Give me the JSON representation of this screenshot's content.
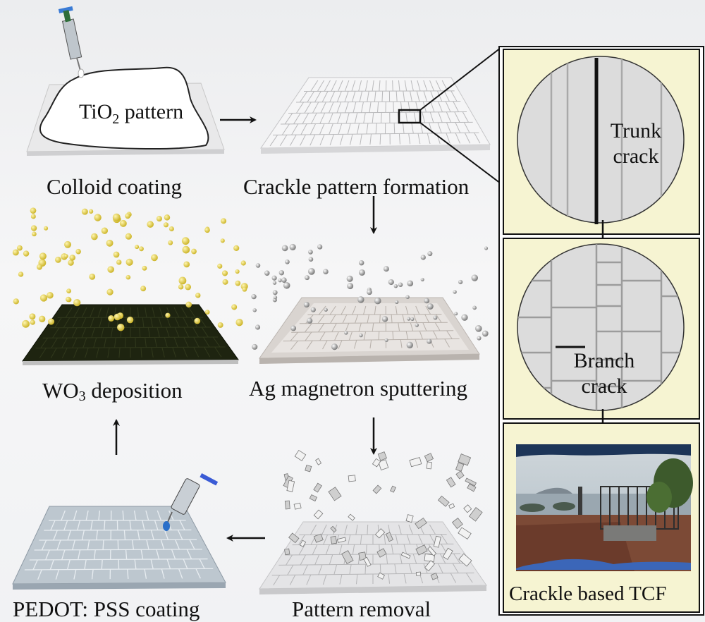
{
  "steps": {
    "colloid_coating": "Colloid coating",
    "tio2_prefix": "TiO",
    "tio2_sub": "2",
    "tio2_suffix": " pattern",
    "crackle_pattern_formation": "Crackle pattern formation",
    "ag_magnetron_sputtering": "Ag magnetron sputtering",
    "wo3_prefix": "WO",
    "wo3_sub": "3",
    "wo3_suffix": " deposition",
    "pattern_removal": "Pattern removal",
    "pedot_pss_coating": "PEDOT: PSS coating"
  },
  "zoom": {
    "trunk_crack_line1": "Trunk",
    "trunk_crack_line2": "crack",
    "branch_crack_line1": "Branch",
    "branch_crack_line2": "crack",
    "tcf_caption": "Crackle based TCF"
  },
  "colors": {
    "panel_background": "#f6f4d2",
    "zoom_circle_fill": "#dcdcdc",
    "wo3_particle": "#e6d13a",
    "wo3_film": "#1e2410",
    "ag_particle": "#9a9a9a",
    "arrow": "#111111"
  }
}
